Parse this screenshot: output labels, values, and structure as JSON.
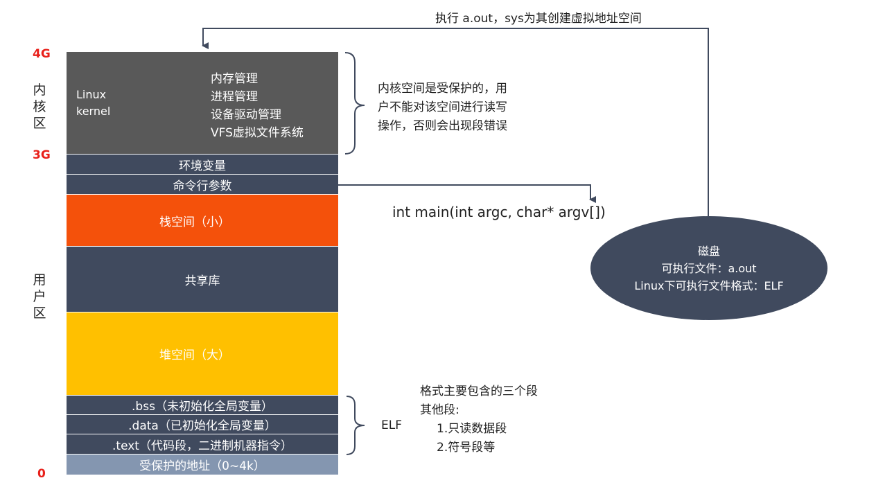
{
  "top_label": "执行 a.out，sys为其创建虚拟地址空间",
  "addresses": {
    "top": "4G",
    "mid": "3G",
    "bottom": "0"
  },
  "regions": {
    "kernel": "内核区",
    "user": "用户区"
  },
  "kernel": {
    "title_lines": [
      "Linux",
      "kernel"
    ],
    "modules": [
      "内存管理",
      "进程管理",
      "设备驱动管理",
      "VFS虚拟文件系统"
    ]
  },
  "kernel_note": [
    "内核空间是受保护的，用",
    "户不能对该空间进行读写",
    "操作，否则会出现段错误"
  ],
  "segments": {
    "env": "环境变量",
    "cmdline": "命令行参数",
    "stack": "栈空间（小）",
    "shared": "共享库",
    "heap": "堆空间（大）",
    "bss": ".bss（未初始化全局变量）",
    "data": ".data（已初始化全局变量）",
    "text": ".text（代码段，二进制机器指令）",
    "protected": "受保护的地址（0~4k）"
  },
  "main_signature": "int main(int argc, char* argv[])",
  "disk": {
    "title": "磁盘",
    "line1": "可执行文件：a.out",
    "line2": "Linux下可执行文件格式：ELF"
  },
  "elf_label": "ELF",
  "elf_note": [
    "格式主要包含的三个段",
    "其他段:",
    "1.只读数据段",
    "2.符号段等"
  ],
  "colors": {
    "kernel": "#595959",
    "dark_segment": "#404a5e",
    "stack": "#f4510b",
    "heap": "#ffc000",
    "protected": "#8496b0",
    "address": "#e8201a",
    "arrow": "#404a5e"
  }
}
